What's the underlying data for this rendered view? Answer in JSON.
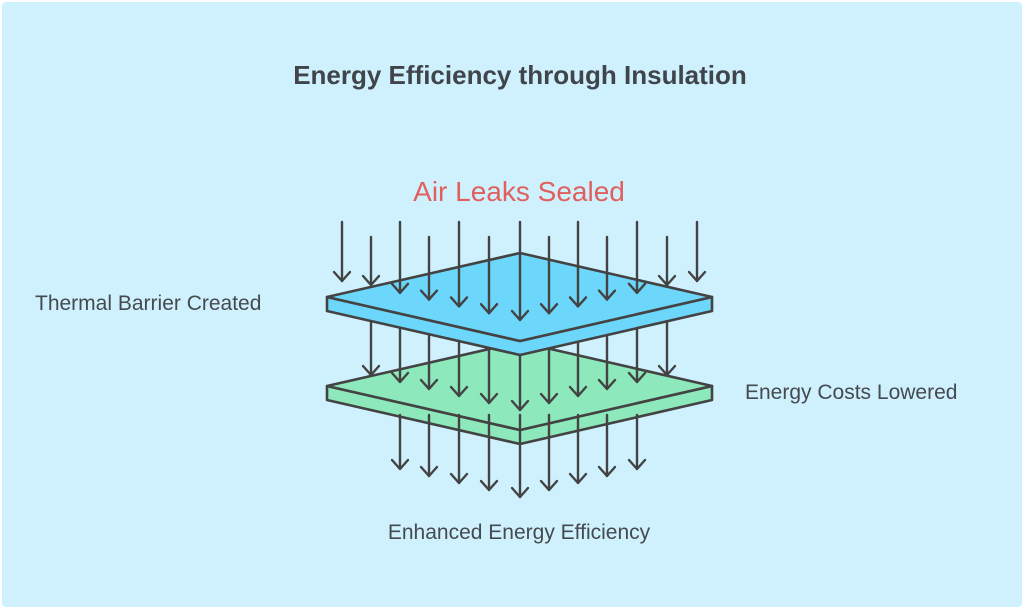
{
  "title": "Energy Efficiency through Insulation",
  "labels": {
    "top": "Air Leaks Sealed",
    "left": "Thermal Barrier Created",
    "right": "Energy Costs Lowered",
    "bottom": "Enhanced Energy Efficiency"
  },
  "colors": {
    "background": "#cff1fd",
    "top_plate": "#6dd6fb",
    "bottom_plate": "#8de8bb",
    "stroke": "#434343",
    "accent_text": "#e0605e"
  },
  "icons": [
    "down-arrow-icon",
    "insulation-layer-icon"
  ]
}
